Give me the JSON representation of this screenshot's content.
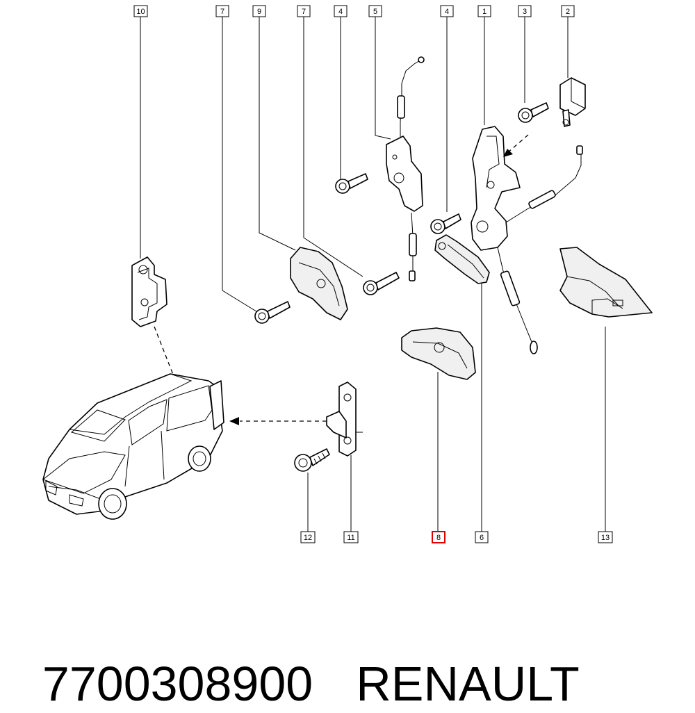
{
  "callouts": [
    {
      "label": "10"
    },
    {
      "label": "7"
    },
    {
      "label": "9"
    },
    {
      "label": "7"
    },
    {
      "label": "4"
    },
    {
      "label": "5"
    },
    {
      "label": "4"
    },
    {
      "label": "1"
    },
    {
      "label": "3"
    },
    {
      "label": "2"
    },
    {
      "label": "12"
    },
    {
      "label": "11"
    },
    {
      "label": "8"
    },
    {
      "label": "6"
    },
    {
      "label": "13"
    }
  ],
  "highlight": {
    "label": "8",
    "color": "#e00000"
  },
  "caption": {
    "part_number": "7700308900",
    "brand": "RENAULT"
  }
}
